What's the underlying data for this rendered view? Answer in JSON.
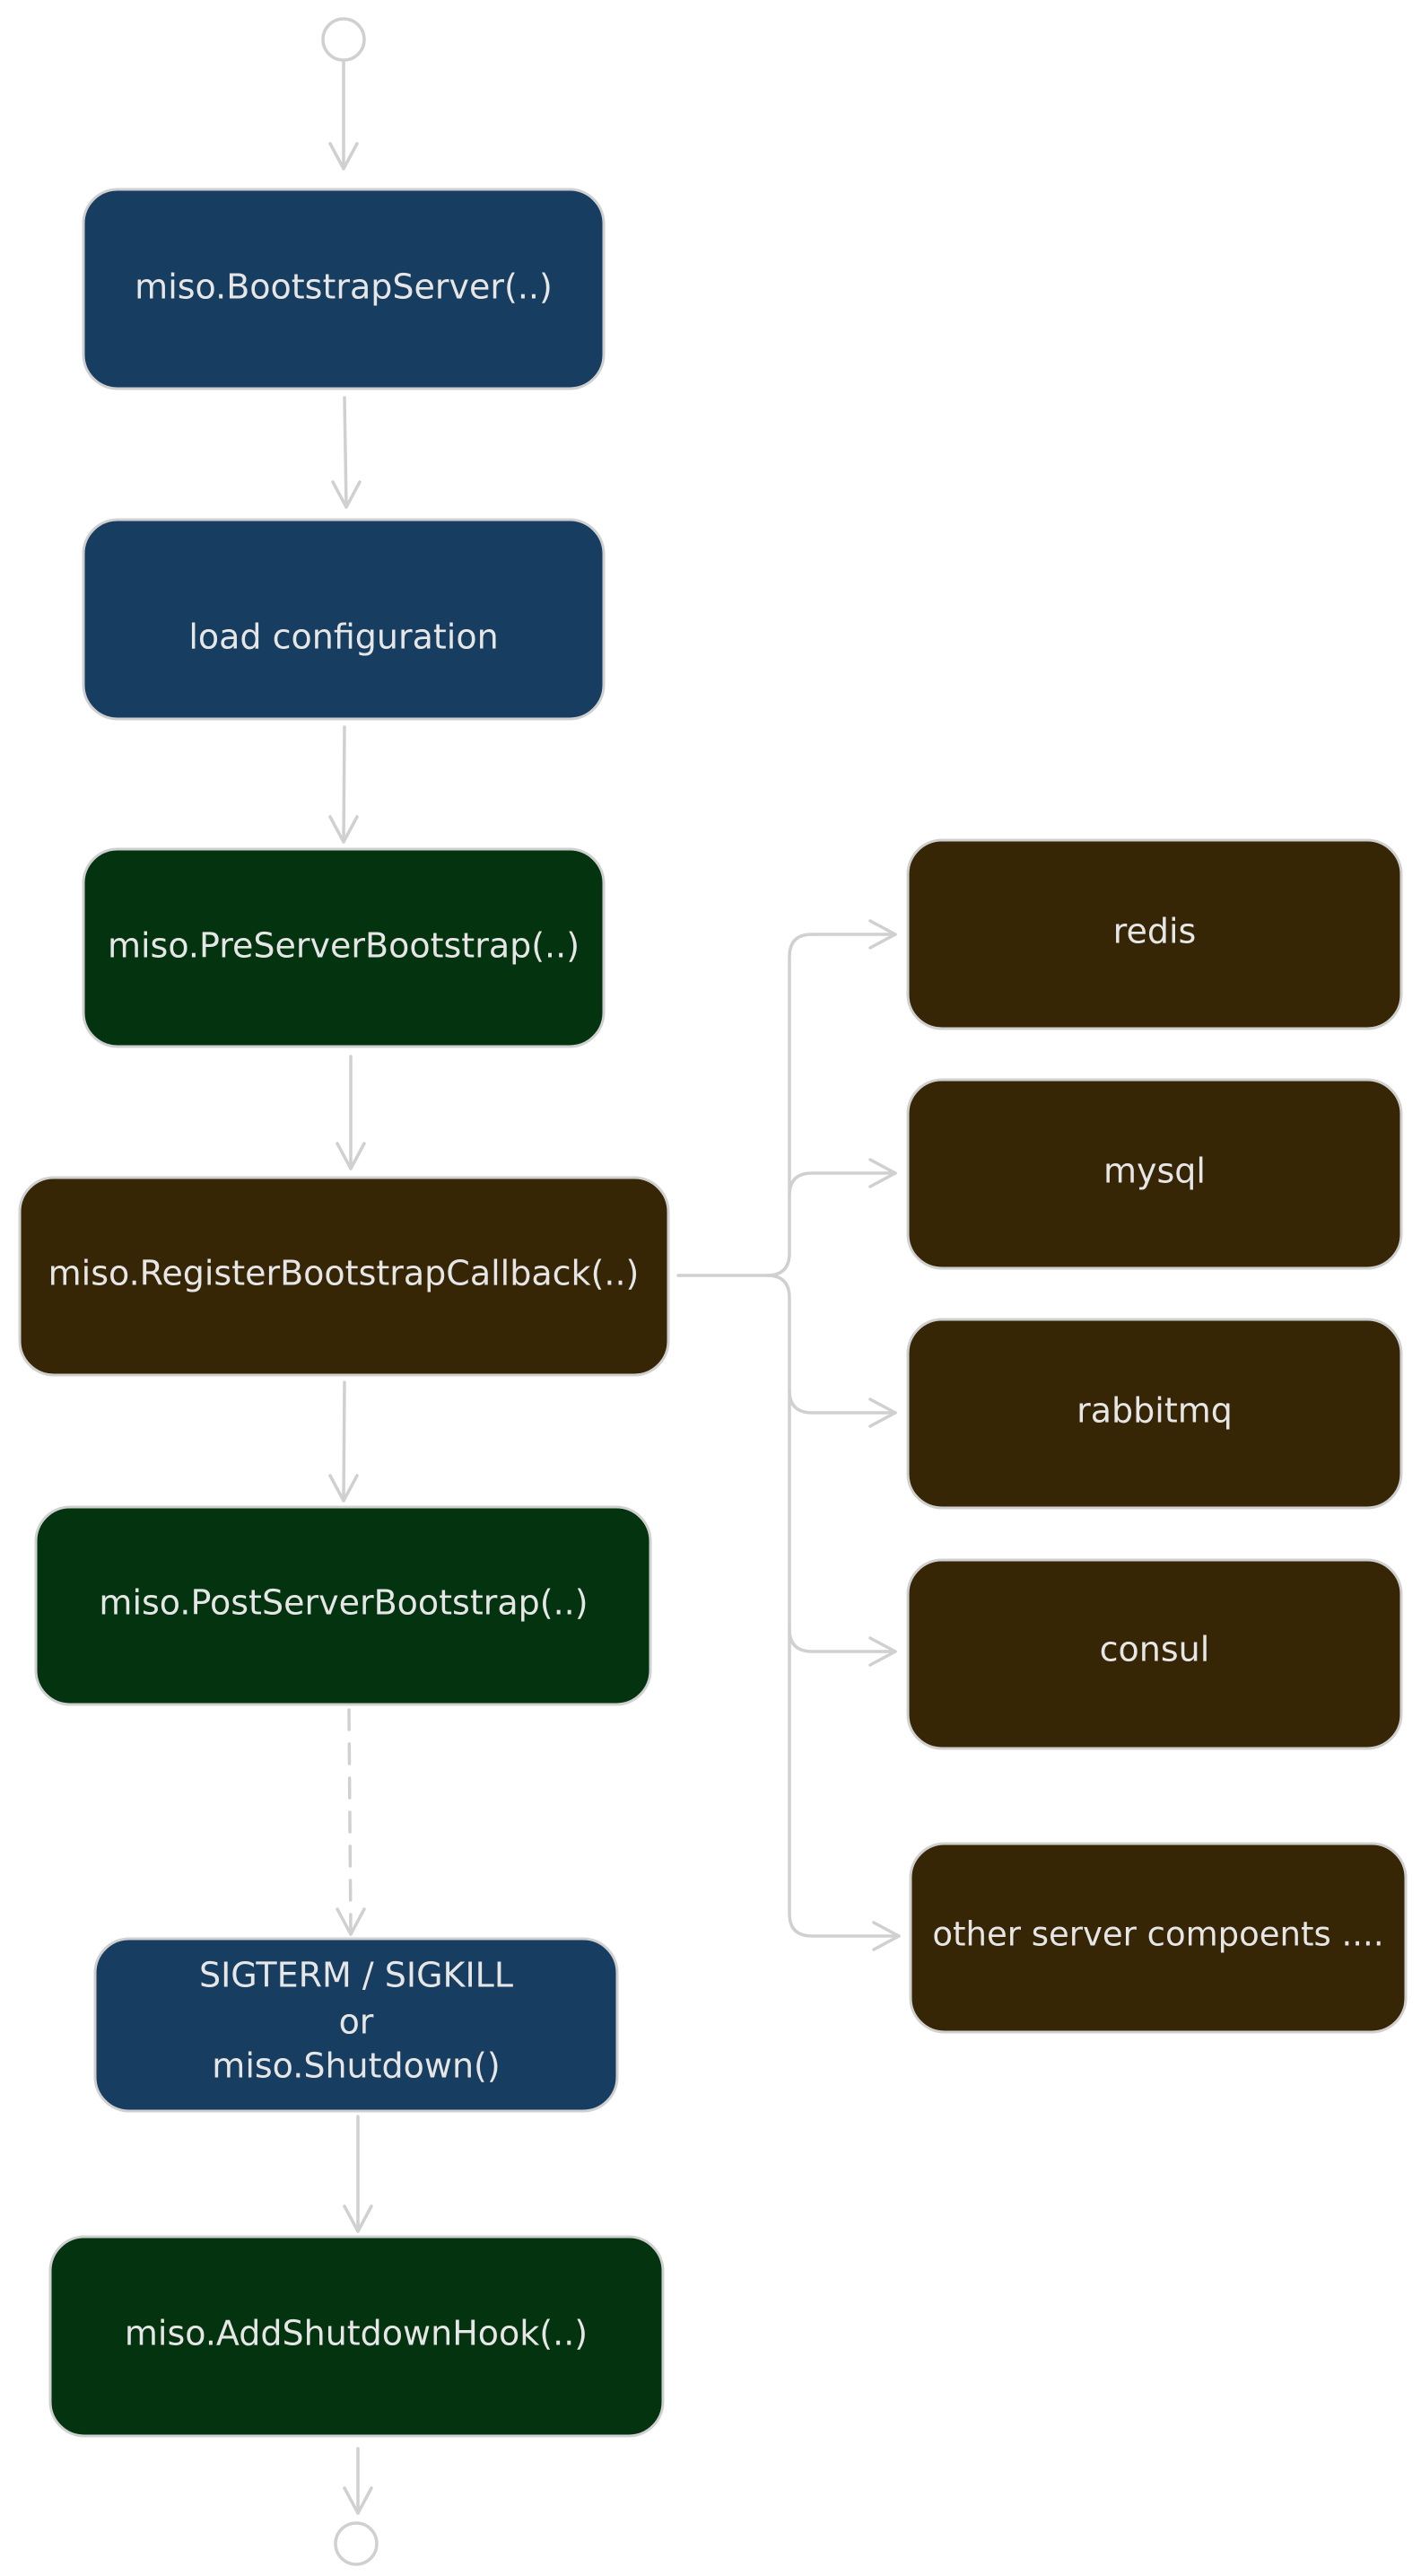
{
  "colors": {
    "blue": "#173d60",
    "green": "#03330f",
    "brown": "#362606",
    "line": "#d0d0d0",
    "text": "#e6e6e6"
  },
  "nodes": {
    "bootstrap_server": {
      "label": "miso.BootstrapServer(..)",
      "color": "blue"
    },
    "load_configuration": {
      "label": "load configuration",
      "color": "blue"
    },
    "pre_server_bootstrap": {
      "label": "miso.PreServerBootstrap(..)",
      "color": "green"
    },
    "register_bootstrap_callback": {
      "label": "miso.RegisterBootstrapCallback(..)",
      "color": "brown"
    },
    "post_server_bootstrap": {
      "label": "miso.PostServerBootstrap(..)",
      "color": "green"
    },
    "shutdown_trigger": {
      "lines": [
        "SIGTERM / SIGKILL",
        "or",
        "miso.Shutdown()"
      ],
      "color": "blue"
    },
    "add_shutdown_hook": {
      "label": "miso.AddShutdownHook(..)",
      "color": "green"
    },
    "redis": {
      "label": "redis",
      "color": "brown"
    },
    "mysql": {
      "label": "mysql",
      "color": "brown"
    },
    "rabbitmq": {
      "label": "rabbitmq",
      "color": "brown"
    },
    "consul": {
      "label": "consul",
      "color": "brown"
    },
    "other_components": {
      "label": "other server compoents ....",
      "color": "brown"
    }
  },
  "edges": [
    {
      "from": "start",
      "to": "bootstrap_server",
      "style": "solid"
    },
    {
      "from": "bootstrap_server",
      "to": "load_configuration",
      "style": "solid"
    },
    {
      "from": "load_configuration",
      "to": "pre_server_bootstrap",
      "style": "solid"
    },
    {
      "from": "pre_server_bootstrap",
      "to": "register_bootstrap_callback",
      "style": "solid"
    },
    {
      "from": "register_bootstrap_callback",
      "to": "post_server_bootstrap",
      "style": "solid"
    },
    {
      "from": "post_server_bootstrap",
      "to": "shutdown_trigger",
      "style": "dashed"
    },
    {
      "from": "shutdown_trigger",
      "to": "add_shutdown_hook",
      "style": "solid"
    },
    {
      "from": "add_shutdown_hook",
      "to": "end",
      "style": "solid"
    },
    {
      "from": "register_bootstrap_callback",
      "to": "redis",
      "style": "solid"
    },
    {
      "from": "register_bootstrap_callback",
      "to": "mysql",
      "style": "solid"
    },
    {
      "from": "register_bootstrap_callback",
      "to": "rabbitmq",
      "style": "solid"
    },
    {
      "from": "register_bootstrap_callback",
      "to": "consul",
      "style": "solid"
    },
    {
      "from": "register_bootstrap_callback",
      "to": "other_components",
      "style": "solid"
    }
  ]
}
